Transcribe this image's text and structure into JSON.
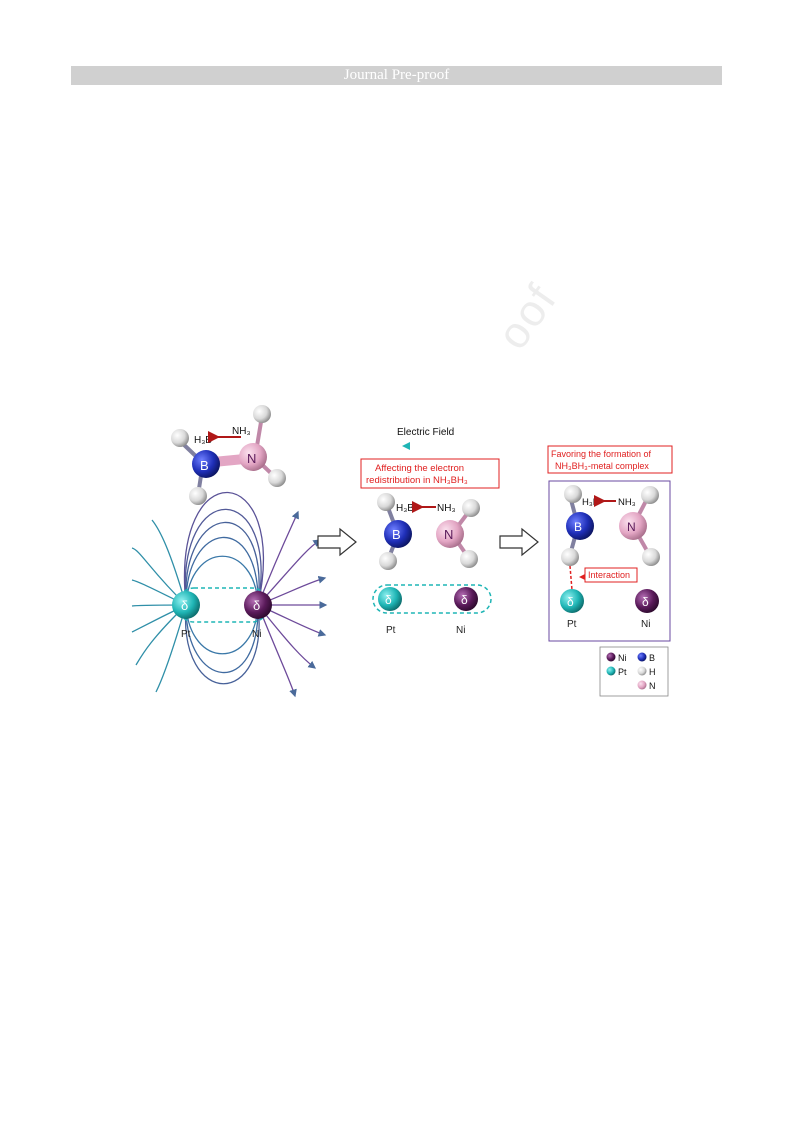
{
  "header": {
    "banner_text": "Journal Pre-proof"
  },
  "watermark": {
    "text": "oof"
  },
  "figure": {
    "panel1": {
      "h3b": "H₃B",
      "nh3": "NH₃",
      "atom_b": "B",
      "atom_n": "N",
      "delta": "δ",
      "label_pt": "Pt",
      "label_ni": "Ni"
    },
    "panel2": {
      "field_label": "Electric Field",
      "effect_line1": "Affecting the electron",
      "effect_line2": "redistribution in NH₃BH₃",
      "h3b": "H₃B",
      "nh3": "NH₃",
      "atom_b": "B",
      "atom_n": "N",
      "delta": "δ",
      "label_pt": "Pt",
      "label_ni": "Ni"
    },
    "panel3": {
      "favor_line1": "Favoring the formation of",
      "favor_line2": "NH₃BH₃-metal complex",
      "h3b": "H₃B",
      "nh3": "NH₃",
      "atom_b": "B",
      "atom_n": "N",
      "interaction": "Interaction",
      "delta": "δ",
      "label_pt": "Pt",
      "label_ni": "Ni"
    },
    "legend": {
      "items": [
        "Ni",
        "B",
        "Pt",
        "H",
        "N"
      ]
    },
    "colors": {
      "pt": "#1fb5b5",
      "ni": "#5a1a5a",
      "b": "#1f2fb8",
      "n": "#e3a6c4",
      "h": "#d9d9d9",
      "field_line_pt": "#2f8fa8",
      "field_line_ni": "#6d4a9a",
      "red": "#e02020"
    }
  }
}
